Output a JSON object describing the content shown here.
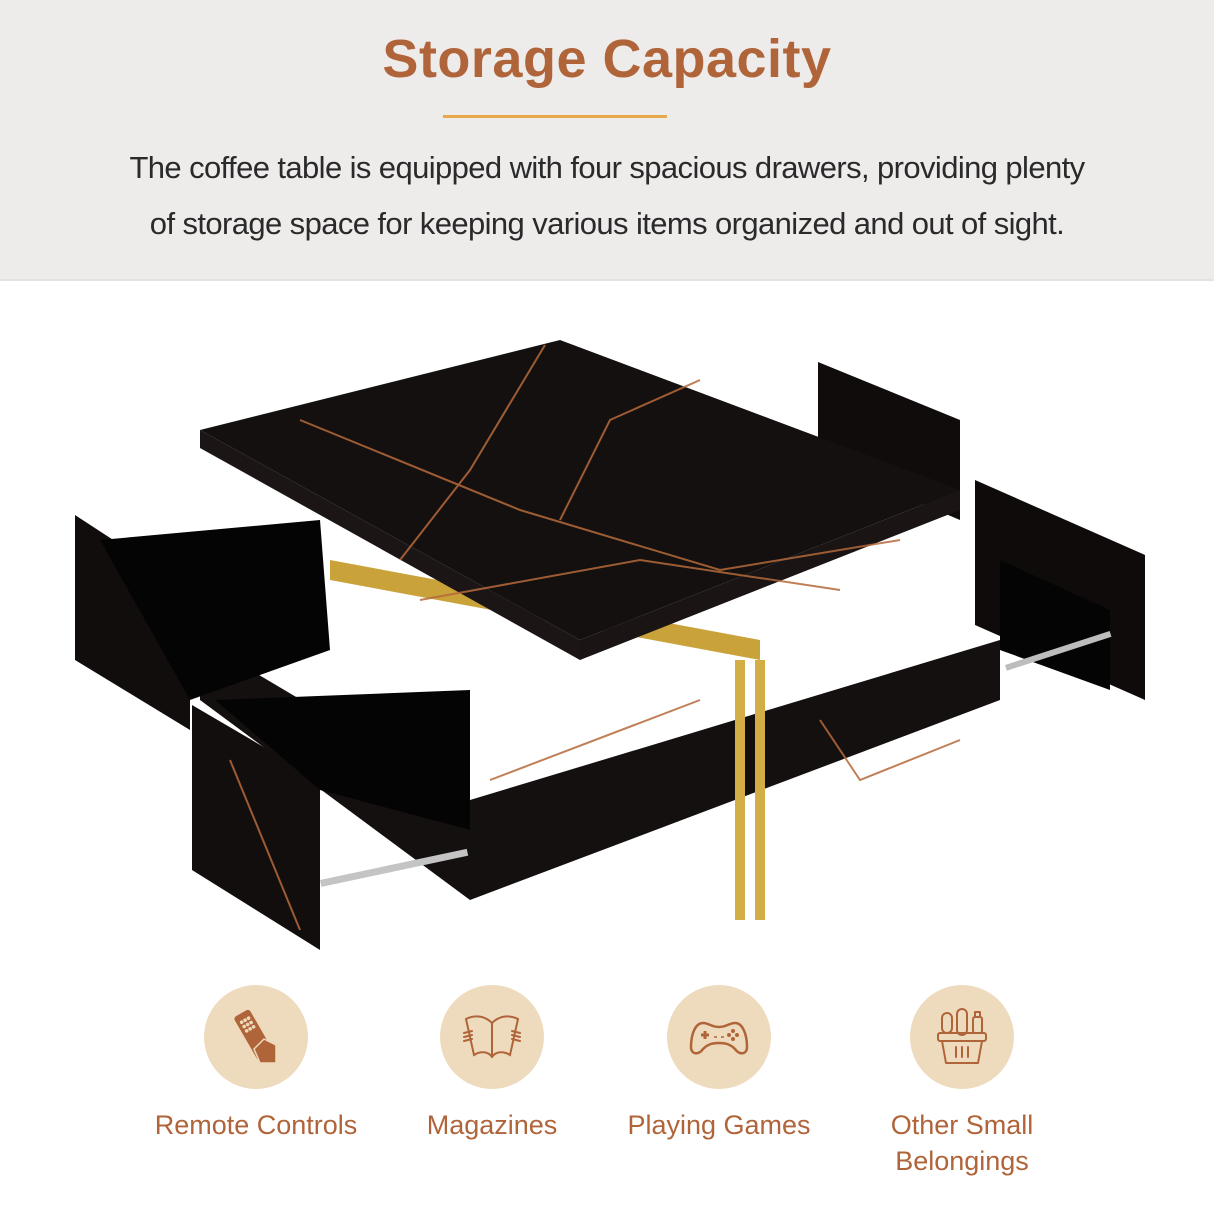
{
  "header": {
    "title": "Storage Capacity",
    "description_line1": "The coffee table is equipped with four spacious drawers, providing plenty",
    "description_line2": "of storage space for keeping various items organized and out of sight."
  },
  "product_image": {
    "subject": "Black marble-pattern square coffee table with gold accents and four open drawers"
  },
  "features": [
    {
      "icon": "remote-control-icon",
      "label": "Remote Controls"
    },
    {
      "icon": "magazine-icon",
      "label": "Magazines"
    },
    {
      "icon": "gamepad-icon",
      "label": "Playing Games"
    },
    {
      "icon": "basket-icon",
      "label_line1": "Other Small",
      "label_line2": "Belongings"
    }
  ],
  "colors": {
    "accent": "#b0643a",
    "rule": "#e8a94a",
    "header_bg": "#eeebeb",
    "icon_circle": "#eedbbd",
    "marble": "#141010",
    "gold": "#c9a33a"
  }
}
